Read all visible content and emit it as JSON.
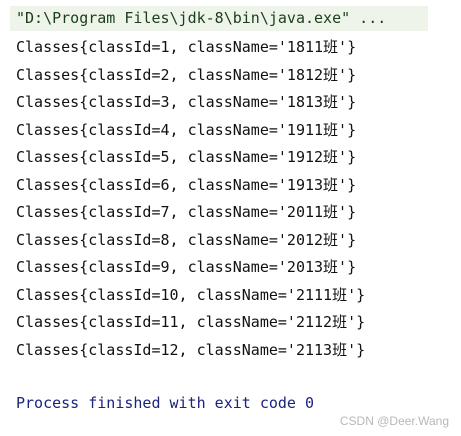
{
  "console": {
    "command": "\"D:\\Program Files\\jdk-8\\bin\\java.exe\" ...",
    "lines": [
      "Classes{classId=1, className='1811班'}",
      "Classes{classId=2, className='1812班'}",
      "Classes{classId=3, className='1813班'}",
      "Classes{classId=4, className='1911班'}",
      "Classes{classId=5, className='1912班'}",
      "Classes{classId=6, className='1913班'}",
      "Classes{classId=7, className='2011班'}",
      "Classes{classId=8, className='2012班'}",
      "Classes{classId=9, className='2013班'}",
      "Classes{classId=10, className='2111班'}",
      "Classes{classId=11, className='2112班'}",
      "Classes{classId=12, className='2113班'}"
    ],
    "exit_message": "Process finished with exit code 0"
  },
  "watermark": "CSDN @Deer.Wang",
  "colors": {
    "command_background": "#eef4ea",
    "command_text": "#1a3d1a",
    "output_text": "#111111",
    "exit_text": "#1a237e",
    "watermark_text": "#b8b8b8"
  }
}
